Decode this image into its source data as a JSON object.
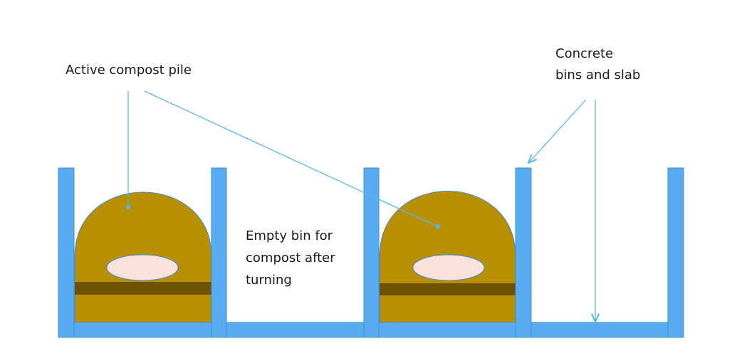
{
  "labels": {
    "active_pile": "Active compost pile",
    "empty_bin": [
      "Empty bin for",
      "compost after",
      "turning"
    ],
    "concrete": [
      "Concrete",
      "bins and slab"
    ]
  },
  "colors": {
    "concrete": "#5aacf2",
    "concrete_edge": "#3f8fd4",
    "compost": "#b88f00",
    "compost_band": "#6e5200",
    "air_pocket": "#fbe3dc",
    "leader": "#5ab8e8"
  }
}
